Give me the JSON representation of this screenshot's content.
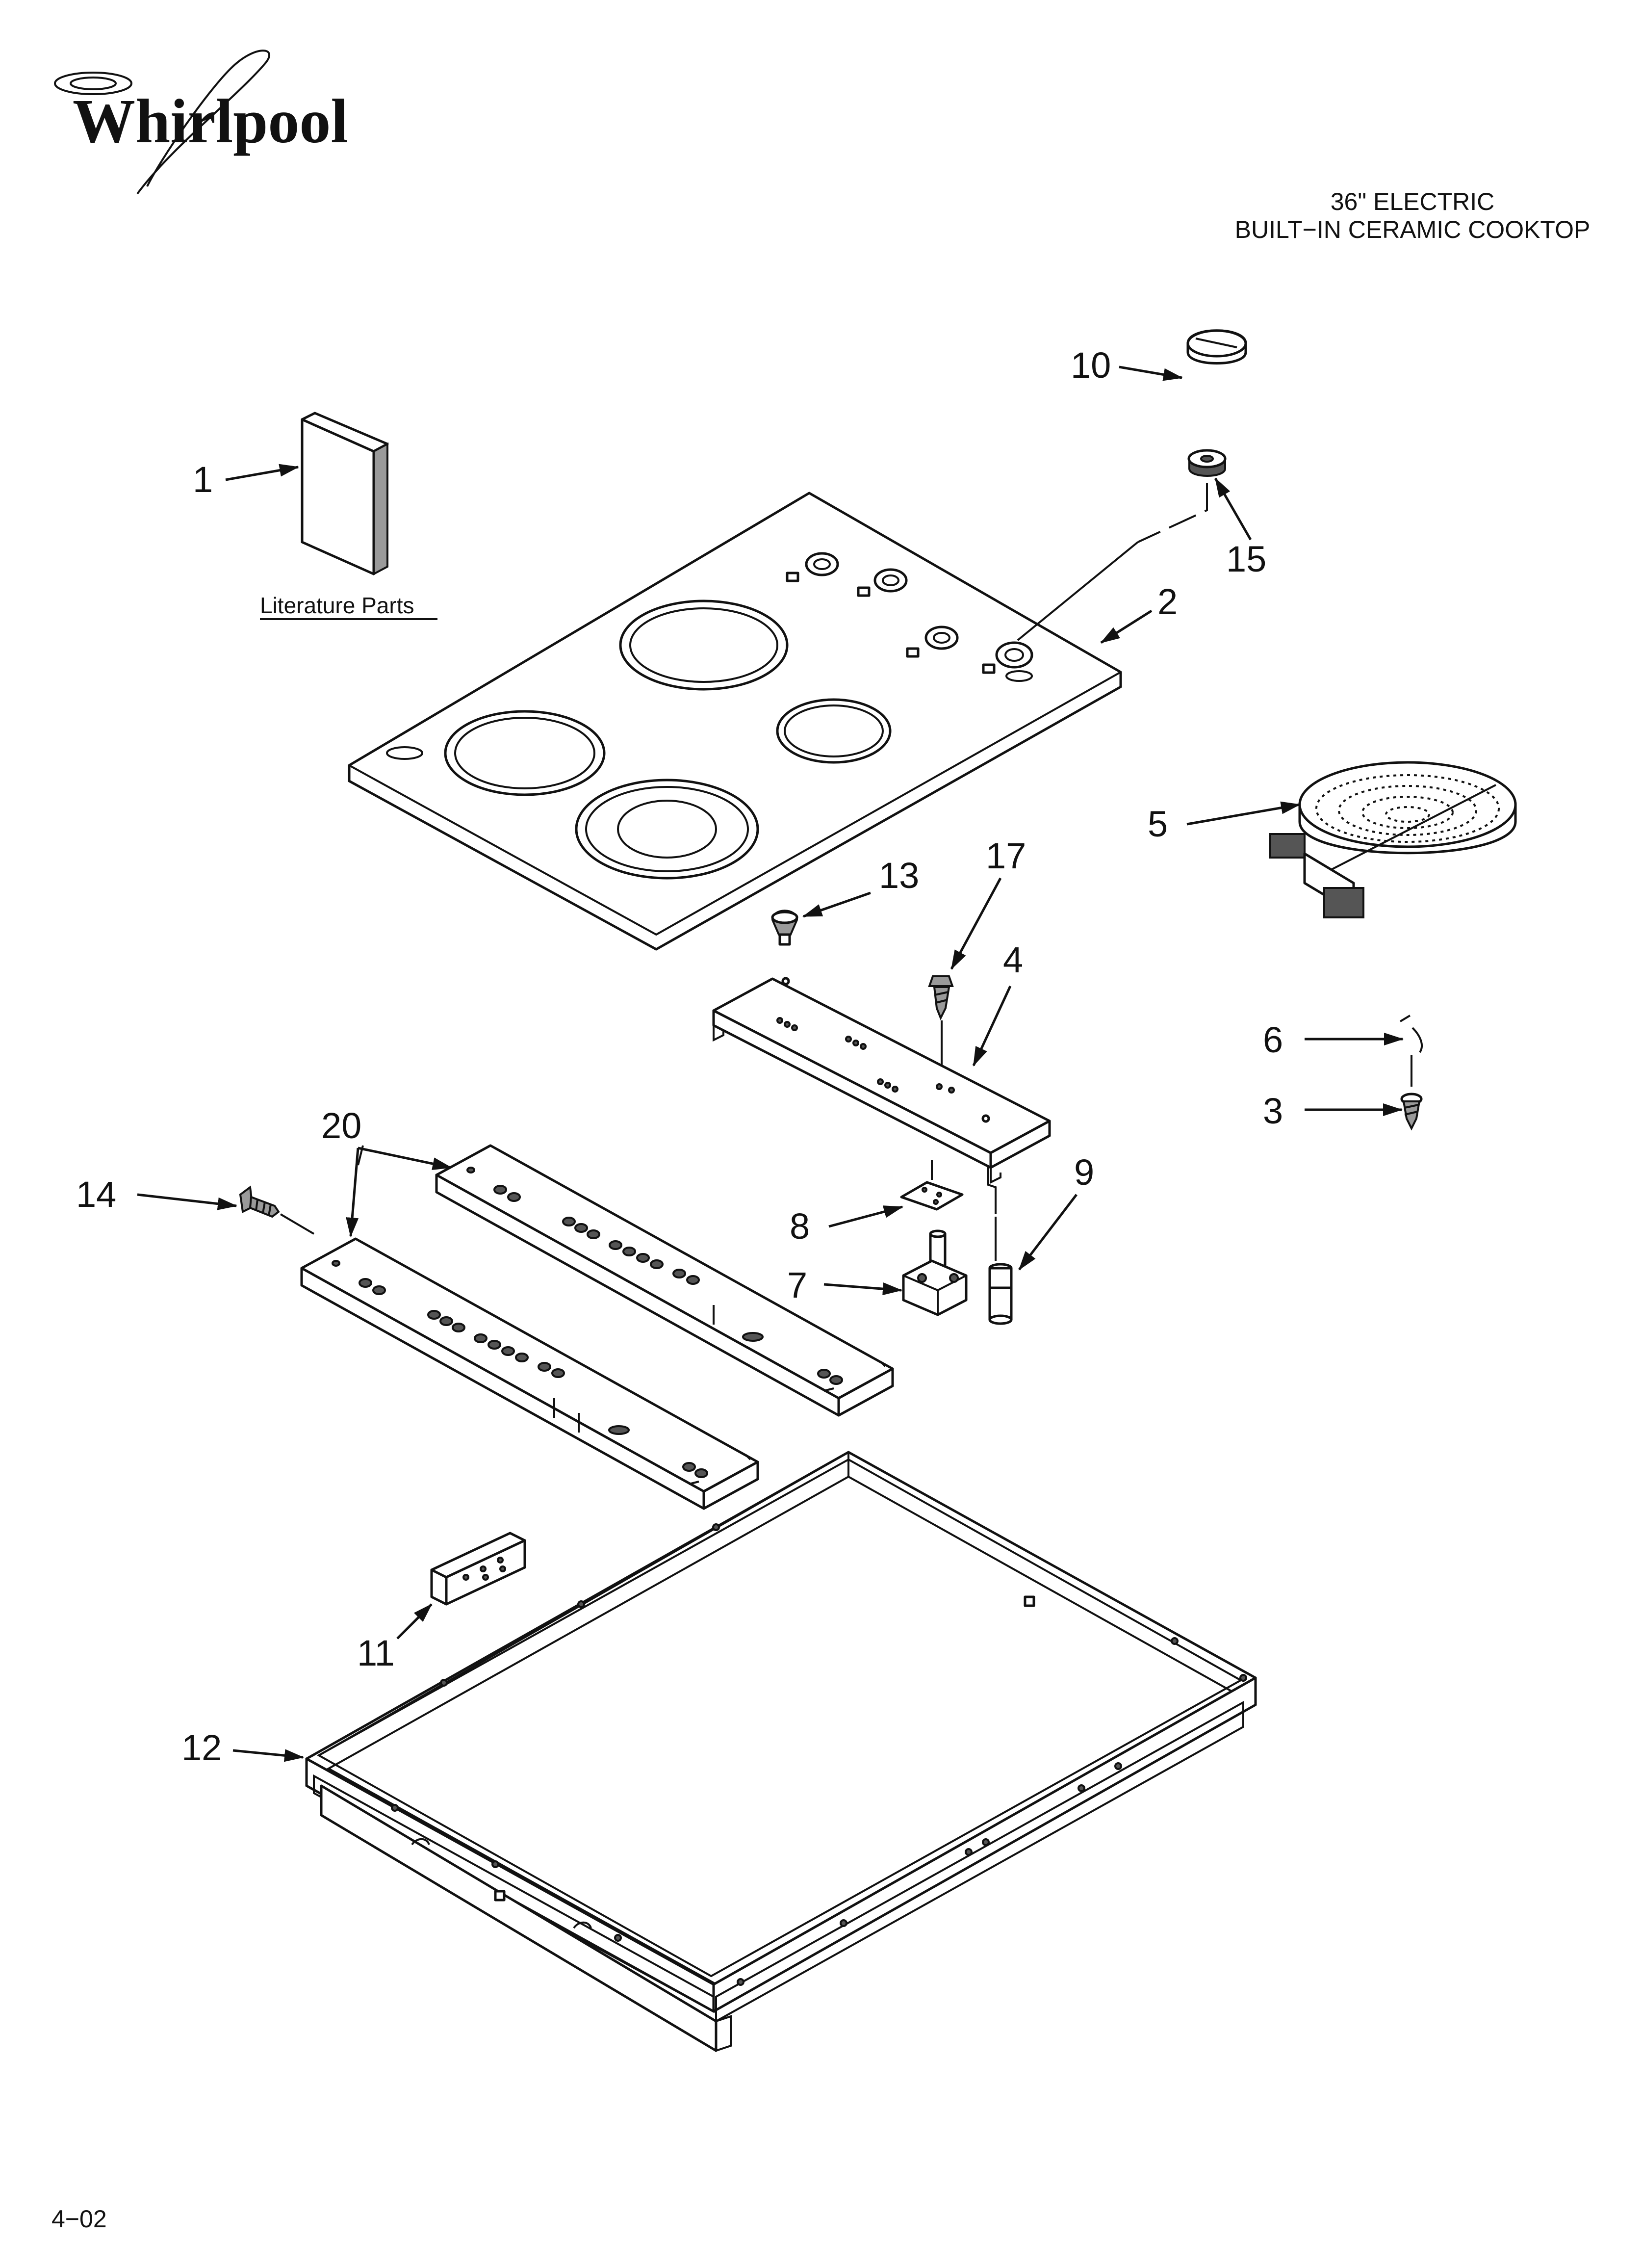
{
  "brand": {
    "name": "Whirlpool"
  },
  "header": {
    "line1": "36\" ELECTRIC",
    "line2": "BUILT−IN CERAMIC COOKTOP"
  },
  "literature_label": "Literature Parts",
  "footer": {
    "code": "4−02"
  },
  "callouts": {
    "c1": "1",
    "c2": "2",
    "c3": "3",
    "c4": "4",
    "c5": "5",
    "c6": "6",
    "c7": "7",
    "c8": "8",
    "c9": "9",
    "c10": "10",
    "c11": "11",
    "c12": "12",
    "c13": "13",
    "c14": "14",
    "c15": "15",
    "c17": "17",
    "c20": "20"
  }
}
